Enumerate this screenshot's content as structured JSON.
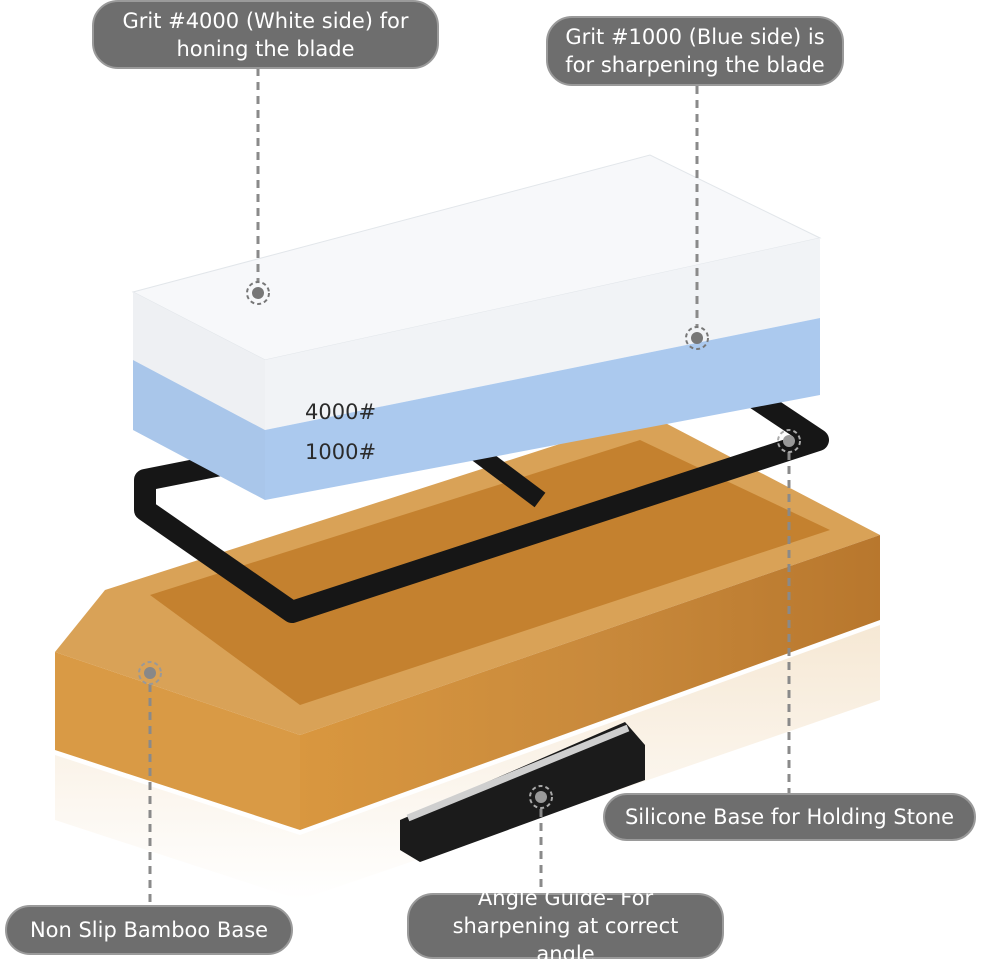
{
  "callouts": {
    "white_side": "Grit #4000 (White side) for honing the blade",
    "blue_side": "Grit #1000 (Blue side) is for sharpening the blade",
    "silicone": "Silicone Base for Holding Stone",
    "bamboo": "Non Slip Bamboo Base",
    "angle_guide": "Angle Guide- For sharpening at correct angle"
  },
  "stone_labels": {
    "top": "4000#",
    "bottom": "1000#"
  },
  "colors": {
    "pill": "#6e6e6e",
    "white_stone": "#f4f6f8",
    "blue_stone": "#aac8ec",
    "bamboo": "#c98a3c",
    "silicone": "#161616"
  }
}
